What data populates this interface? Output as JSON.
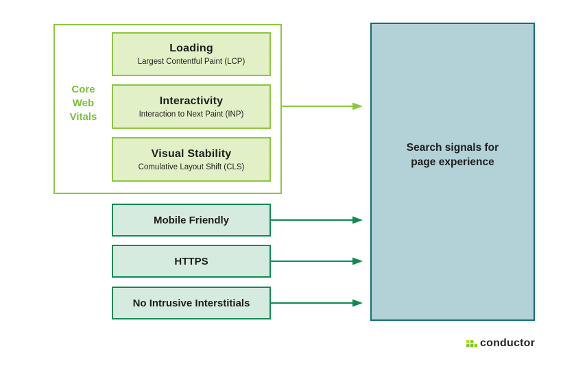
{
  "colors": {
    "cwv_green": "#8dc63f",
    "cwv_fill": "#e2f0c7",
    "signal_green": "#0e8a52",
    "signal_fill": "#d6ebdf",
    "target_border": "#136d74",
    "target_fill": "#b2d2d8",
    "text": "#1d1d1b",
    "logo_green": "#97d700"
  },
  "core_web_vitals": {
    "label": "Core\nWeb\nVitals",
    "items": [
      {
        "title": "Loading",
        "subtitle": "Largest Contentful Paint (LCP)"
      },
      {
        "title": "Interactivity",
        "subtitle": "Interaction to Next Paint (INP)"
      },
      {
        "title": "Visual Stability",
        "subtitle": "Comulative Layout Shift (CLS)"
      }
    ]
  },
  "signals": [
    {
      "label": "Mobile Friendly"
    },
    {
      "label": "HTTPS"
    },
    {
      "label": "No Intrusive Interstitials"
    }
  ],
  "target": {
    "label": "Search signals for\npage experience"
  },
  "logo": {
    "text": "conductor",
    "icon": "conductor-dots-icon"
  }
}
